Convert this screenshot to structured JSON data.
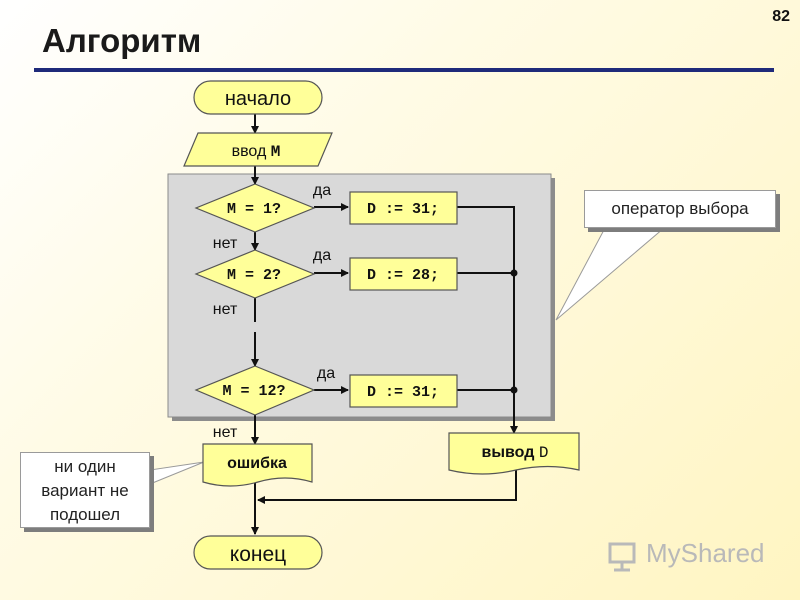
{
  "header": {
    "title": "Алгоритм",
    "page_number": "82"
  },
  "flowchart": {
    "start_label": "начало",
    "input": {
      "prefix": "ввод ",
      "var": "M"
    },
    "conditions": [
      {
        "label": "M = 1?",
        "yes_label": "да",
        "no_label": "нет",
        "action": "D := 31;"
      },
      {
        "label": "M = 2?",
        "yes_label": "да",
        "no_label": "нет",
        "action": "D := 28;"
      },
      {
        "label": "M = 12?",
        "yes_label": "да",
        "no_label": "нет",
        "action": "D := 31;"
      }
    ],
    "error_label": "ошибка",
    "output": {
      "prefix": "вывод ",
      "var": "D"
    },
    "end_label": "конец"
  },
  "callouts": {
    "operator": "оператор выбора",
    "no_match_lines": [
      "ни один",
      "вариант не",
      "подошел"
    ]
  },
  "watermark": {
    "brand": "MyShared"
  },
  "colors": {
    "shape_fill": "#ffff99",
    "shape_stroke": "#555555",
    "group_panel": "#d9d9d9",
    "title_rule": "#1f2a7a"
  }
}
